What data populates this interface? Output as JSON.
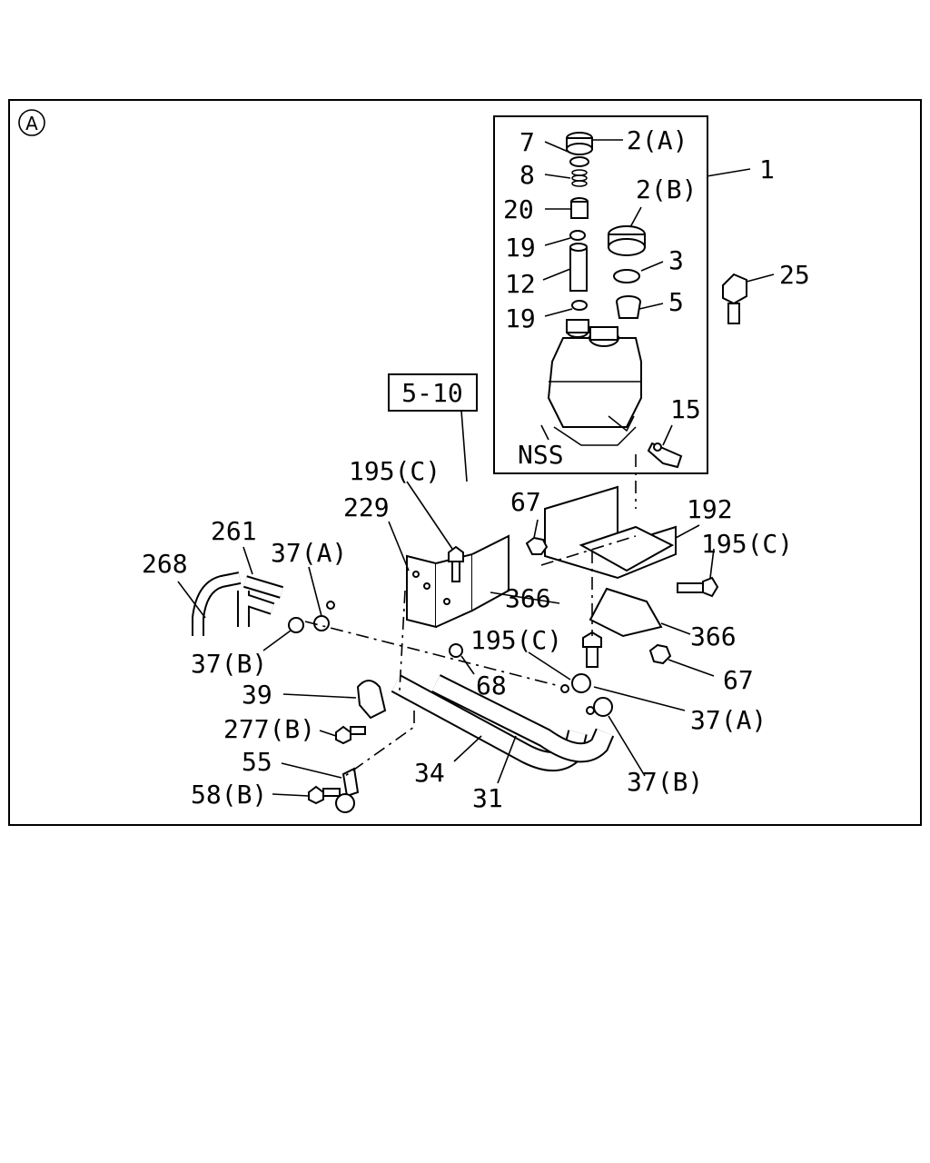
{
  "view_marker": "A",
  "reference_box": "5-10",
  "labels": [
    {
      "id": "p7",
      "text": "7"
    },
    {
      "id": "p2a",
      "text": "2(A)"
    },
    {
      "id": "p8",
      "text": "8"
    },
    {
      "id": "p20",
      "text": "20"
    },
    {
      "id": "p2b",
      "text": "2(B)"
    },
    {
      "id": "p1",
      "text": "1"
    },
    {
      "id": "p19a",
      "text": "19"
    },
    {
      "id": "p3",
      "text": "3"
    },
    {
      "id": "p12",
      "text": "12"
    },
    {
      "id": "p25",
      "text": "25"
    },
    {
      "id": "p5",
      "text": "5"
    },
    {
      "id": "p19b",
      "text": "19"
    },
    {
      "id": "p15",
      "text": "15"
    },
    {
      "id": "pnss",
      "text": "NSS"
    },
    {
      "id": "p195c1",
      "text": "195(C)"
    },
    {
      "id": "p67a",
      "text": "67"
    },
    {
      "id": "p229",
      "text": "229"
    },
    {
      "id": "p192",
      "text": "192"
    },
    {
      "id": "p261",
      "text": "261"
    },
    {
      "id": "p195c2",
      "text": "195(C)"
    },
    {
      "id": "p37a1",
      "text": "37(A)"
    },
    {
      "id": "p268",
      "text": "268"
    },
    {
      "id": "p366a",
      "text": "366"
    },
    {
      "id": "p366b",
      "text": "366"
    },
    {
      "id": "p195c3",
      "text": "195(C)"
    },
    {
      "id": "p37b1",
      "text": "37(B)"
    },
    {
      "id": "p68",
      "text": "68"
    },
    {
      "id": "p67b",
      "text": "67"
    },
    {
      "id": "p39",
      "text": "39"
    },
    {
      "id": "p37a2",
      "text": "37(A)"
    },
    {
      "id": "p277b",
      "text": "277(B)"
    },
    {
      "id": "p55",
      "text": "55"
    },
    {
      "id": "p34",
      "text": "34"
    },
    {
      "id": "p37b2",
      "text": "37(B)"
    },
    {
      "id": "p58b",
      "text": "58(B)"
    },
    {
      "id": "p31",
      "text": "31"
    }
  ]
}
